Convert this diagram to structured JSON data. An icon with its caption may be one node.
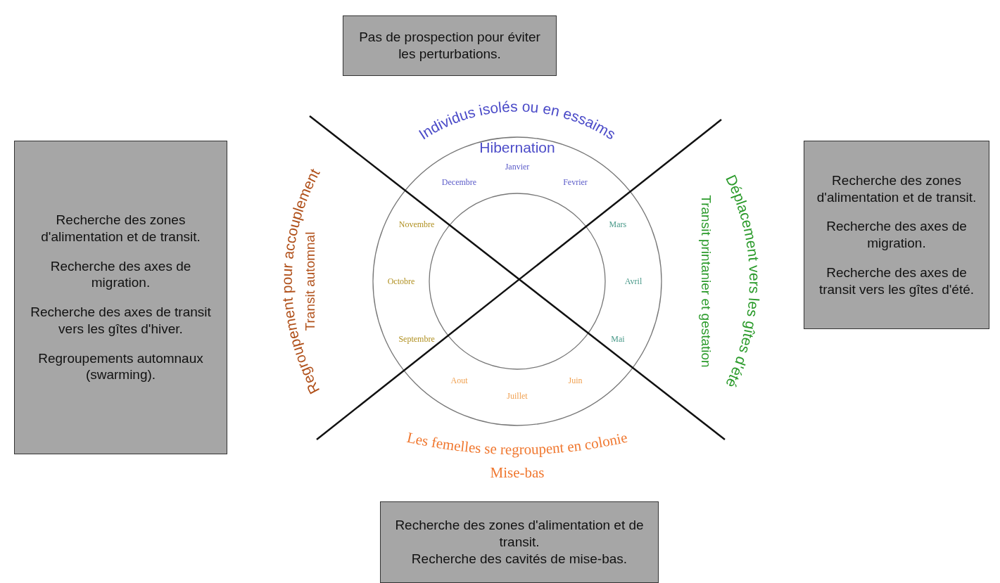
{
  "diagram": {
    "nodes": [
      {
        "text": [
          "Pas de prospection pour éviter les perturbations."
        ]
      },
      {
        "text": [
          "Recherche des zones d'alimentation et de transit.",
          "Recherche des axes de migration.",
          "Recherche des axes de transit vers les gîtes d'hiver.",
          "Regroupements automnaux (swarming)."
        ]
      },
      {
        "text": [
          "Recherche des zones d'alimentation et de transit.",
          "Recherche des axes de migration.",
          "Recherche des axes de transit vers les gîtes d'été."
        ]
      },
      {
        "text": [
          "Recherche des zones d'alimentation et de transit.",
          "Recherche des cavités de mise-bas."
        ]
      }
    ],
    "labels": [
      "Individus isolés ou en essaims",
      "Hibernation",
      "Regroupement pour accouplement",
      "Transit automnal",
      "Déplacement vers les gîtes d'été",
      "Transit printanier et gestation",
      "Janvier",
      "Fevrier",
      "Mars",
      "Avril",
      "Mai",
      "Juin",
      "Juillet",
      "Aout",
      "Septembre",
      "Octobre",
      "Novembre",
      "Decembre",
      "Les femelles se regroupent en colonie",
      "Mise-bas"
    ]
  }
}
